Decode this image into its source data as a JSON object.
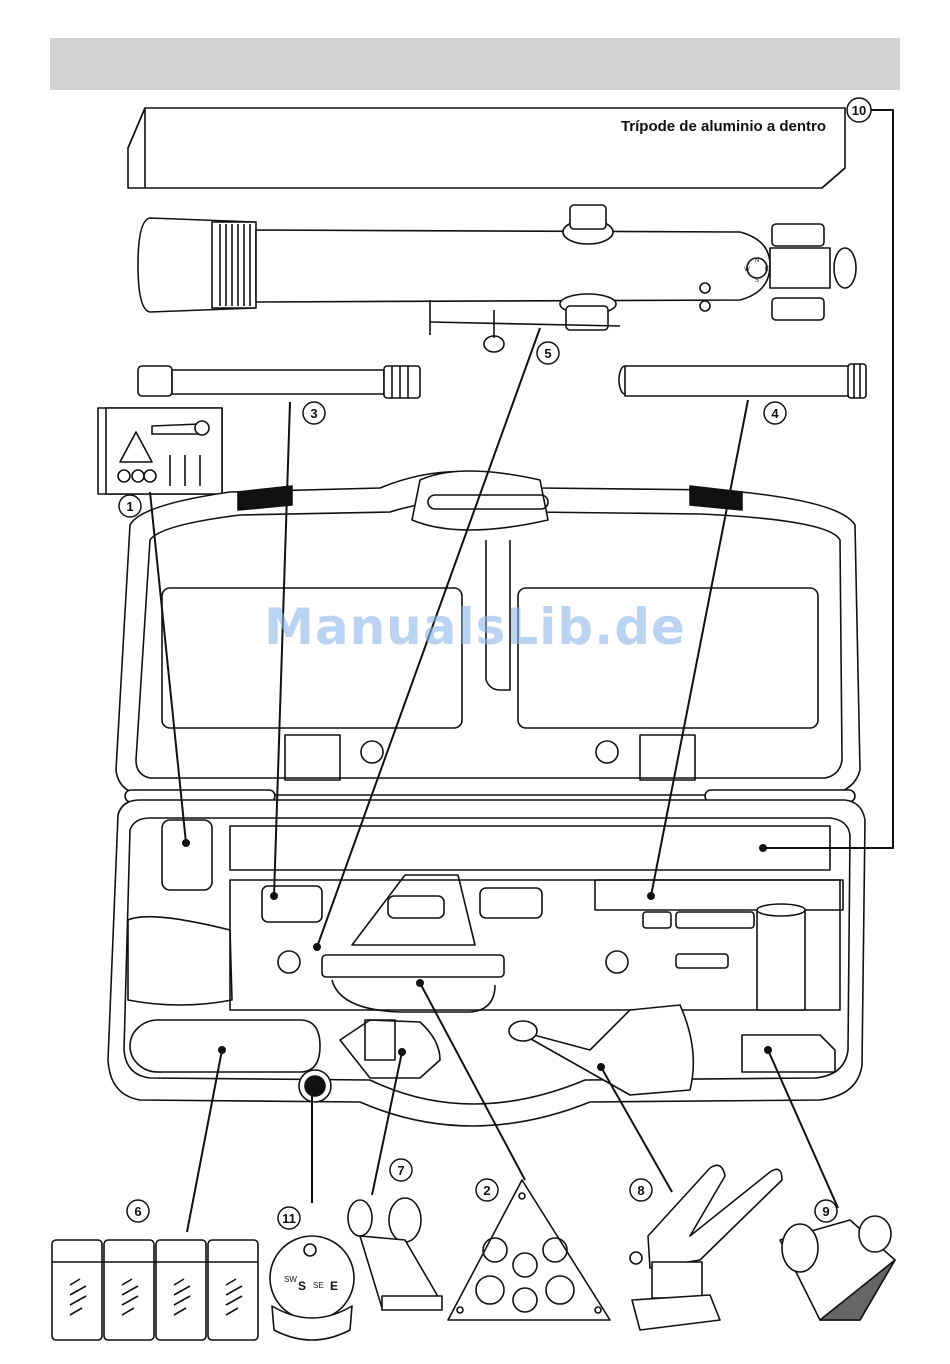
{
  "header": {
    "title": ""
  },
  "tripod_label": "Trípode de aluminio a dentro",
  "watermark": "ManualsLib.de",
  "compass_letters": {
    "sw": "SW",
    "s": "S",
    "se": "SE",
    "e": "E"
  },
  "scope_compass_letters": {
    "n": "N",
    "e": "E",
    "s": "S",
    "w": "W"
  },
  "callouts": [
    {
      "number": "1"
    },
    {
      "number": "2"
    },
    {
      "number": "3"
    },
    {
      "number": "4"
    },
    {
      "number": "5"
    },
    {
      "number": "6"
    },
    {
      "number": "7"
    },
    {
      "number": "8"
    },
    {
      "number": "9"
    },
    {
      "number": "10"
    },
    {
      "number": "11"
    }
  ],
  "colors": {
    "header_bar": "#d3d3d3",
    "line": "#111111",
    "watermark": "#8fb6ea",
    "case_fill": "#ffffff"
  }
}
